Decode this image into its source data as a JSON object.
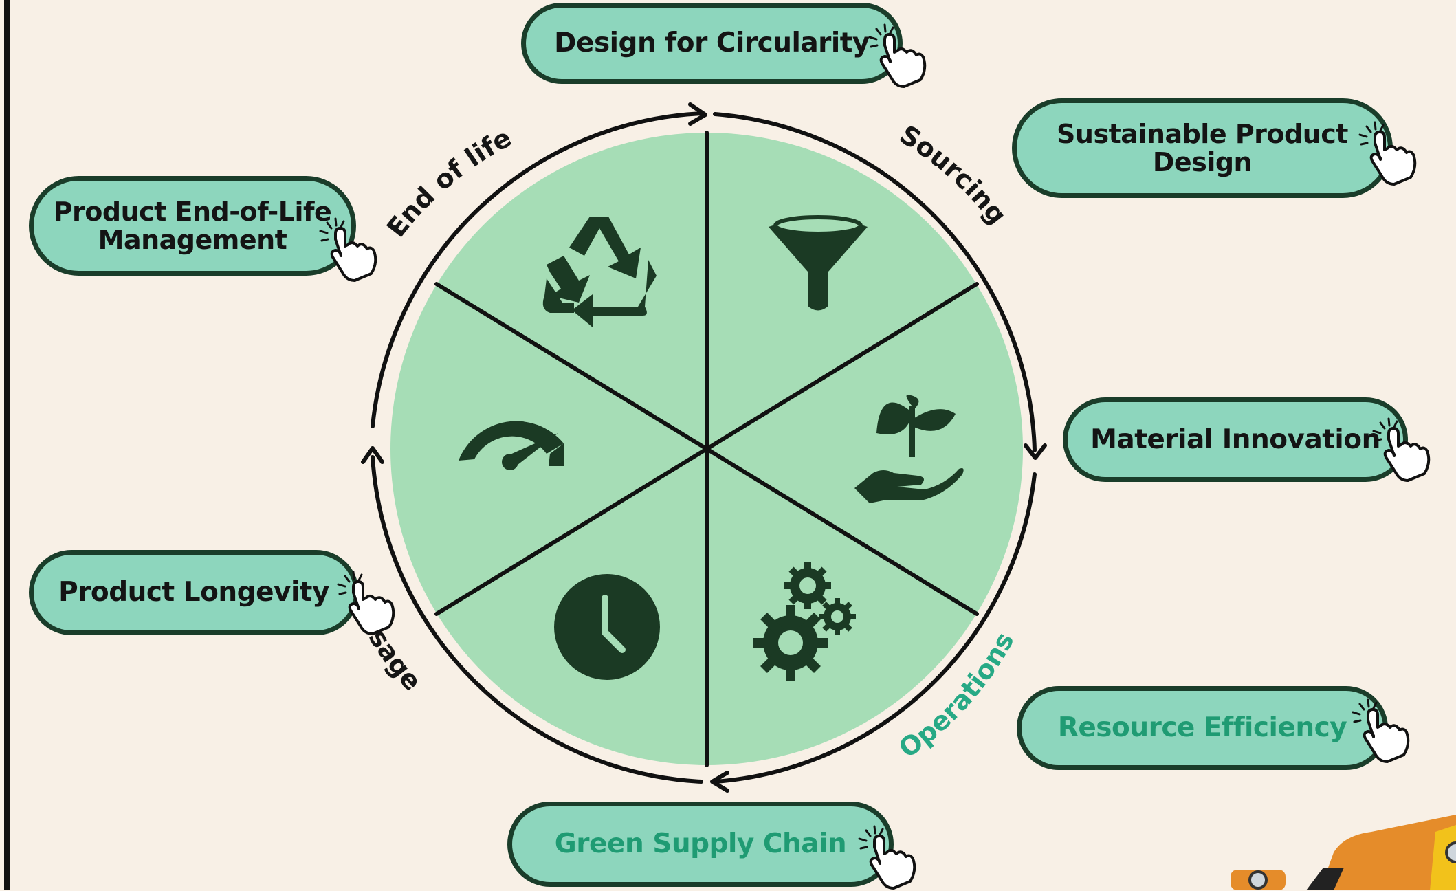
{
  "segments": [
    {
      "label": "End of life",
      "color": "#151515"
    },
    {
      "label": "Sourcing",
      "color": "#151515"
    },
    {
      "label": "Operations",
      "color": "#27a985"
    },
    {
      "label": "Usage",
      "color": "#151515"
    }
  ],
  "wheel_icons": [
    "recycle-icon",
    "funnel-icon",
    "plant-in-hand-icon",
    "gears-icon",
    "clock-icon",
    "speedometer-icon"
  ],
  "buttons": {
    "design_circularity": "Design for Circularity",
    "sustainable_design_l1": "Sustainable Product",
    "sustainable_design_l2": "Design",
    "material_innovation": "Material Innovation",
    "resource_efficiency": "Resource Efficiency",
    "green_supply_chain": "Green Supply Chain",
    "product_longevity": "Product Longevity",
    "end_of_life_l1": "Product End-of-Life",
    "end_of_life_l2": "Management"
  },
  "colors": {
    "background": "#f8f0e6",
    "wheel_fill": "#a6ddb6",
    "pill_fill": "#8dd6bd",
    "pill_border": "#1a3d2a",
    "icon_dark": "#1b3a24",
    "accent_text": "#1f9b73"
  }
}
